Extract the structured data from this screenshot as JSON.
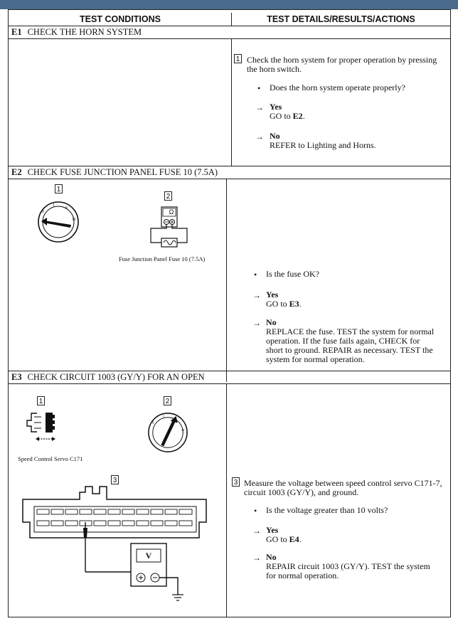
{
  "header": {
    "left": "TEST CONDITIONS",
    "right": "TEST DETAILS/RESULTS/ACTIONS"
  },
  "e1": {
    "code": "E1",
    "title": "CHECK THE HORN SYSTEM",
    "step": "1",
    "step_text": "Check the horn system for proper operation by pressing the horn switch.",
    "question": "Does the horn system operate properly?",
    "yes_label": "Yes",
    "yes_text": "GO to",
    "yes_ref": "E2",
    "no_label": "No",
    "no_text": "REFER to Lighting and Horns."
  },
  "e2": {
    "code": "E2",
    "title": "CHECK FUSE JUNCTION PANEL FUSE 10 (7.5A)",
    "fig1": "1",
    "fig2": "2",
    "ohm_symbol": "Ω",
    "fuse_caption": "Fuse Junction Panel Fuse 10 (7.5A)",
    "question": "Is the fuse OK?",
    "yes_label": "Yes",
    "yes_text": "GO to",
    "yes_ref": "E3",
    "no_label": "No",
    "no_text": "REPLACE the fuse. TEST the system for normal operation. If the fuse fails again, CHECK for short to ground. REPAIR as necessary. TEST the system for normal operation."
  },
  "e3": {
    "code": "E3",
    "title": "CHECK CIRCUIT 1003 (GY/Y) FOR AN OPEN",
    "fig1": "1",
    "fig2": "2",
    "fig3": "3",
    "servo_caption": "Speed Control Servo C171",
    "volt_symbol": "V",
    "step": "3",
    "step_text": "Measure the voltage between speed control servo C171-7, circuit 1003 (GY/Y), and ground.",
    "question": "Is the voltage greater than 10 volts?",
    "yes_label": "Yes",
    "yes_text": "GO to",
    "yes_ref": "E4",
    "no_label": "No",
    "no_text": "REPAIR circuit 1003 (GY/Y). TEST the system for normal operation."
  }
}
